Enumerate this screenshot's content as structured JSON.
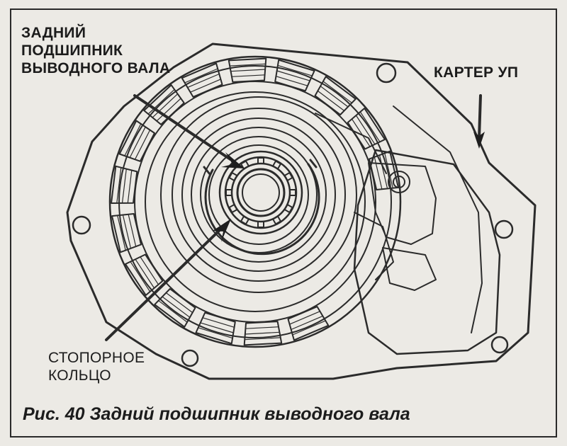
{
  "labels": {
    "bearing": "ЗАДНИЙ\nПОДШИПНИК\nВЫВОДНОГО ВАЛА",
    "case": "КАРТЕР УП",
    "ring": "СТОПОРНОЕ\nКОЛЬЦО"
  },
  "caption": "Рис. 40 Задний подшипник выводного вала"
}
